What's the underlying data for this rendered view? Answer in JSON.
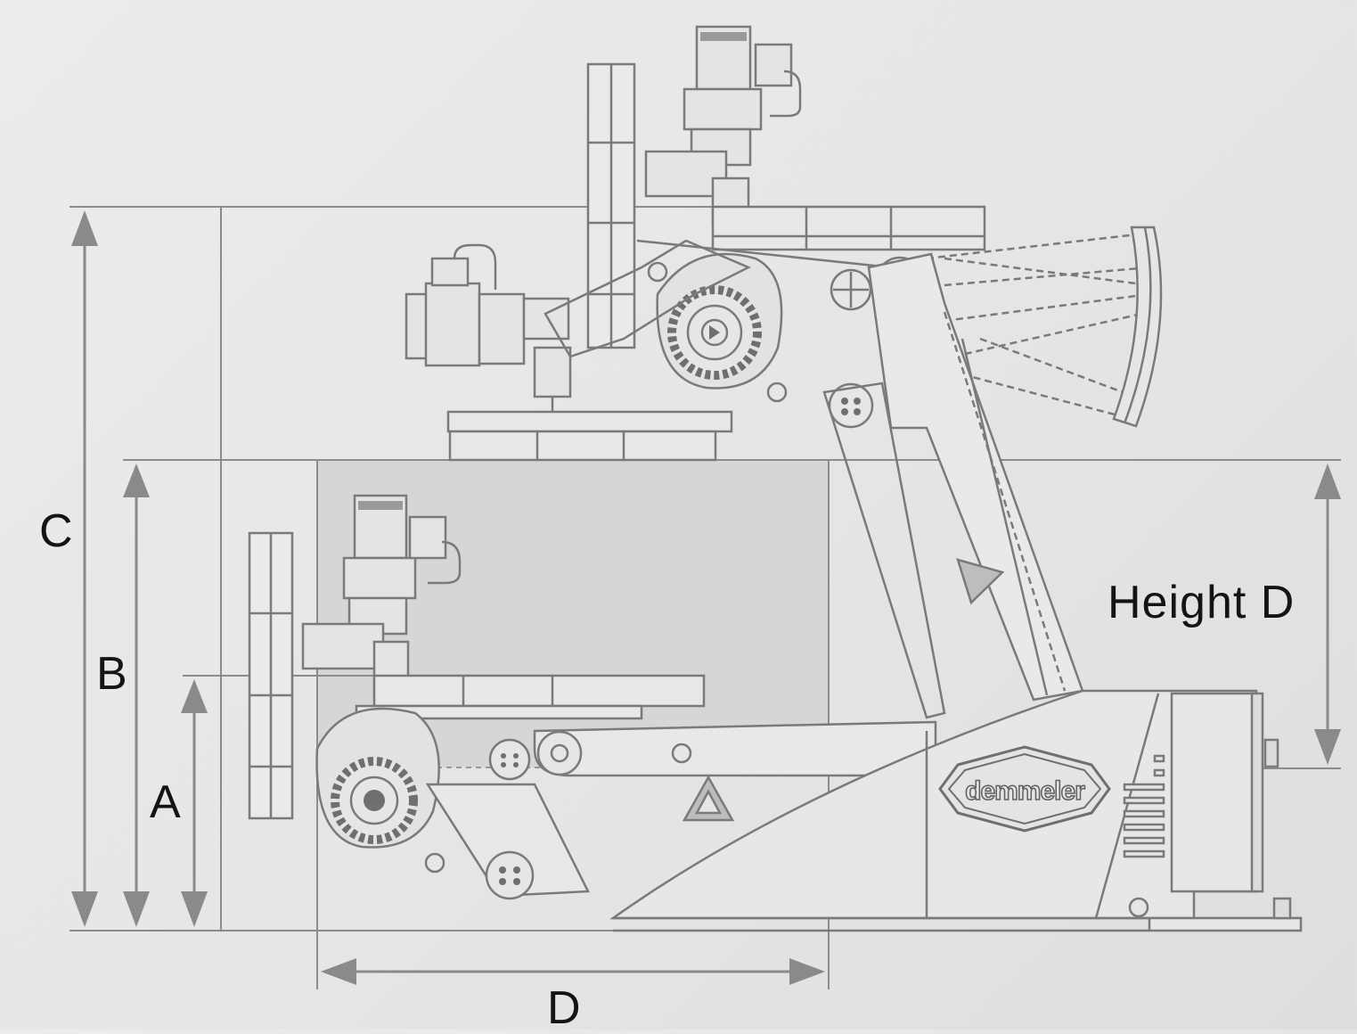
{
  "labels": {
    "c": "C",
    "b": "B",
    "a": "A",
    "height_d": "Height D",
    "d": "D"
  },
  "logo": {
    "text": "demmeler"
  },
  "colors": {
    "background": "#e8e8e8",
    "line": "#8c8c8c",
    "arrow": "#8a8a8a",
    "machine_stroke": "#7a7a7a",
    "envelope_fill": "#d3d3d3",
    "label_text": "#141414"
  }
}
